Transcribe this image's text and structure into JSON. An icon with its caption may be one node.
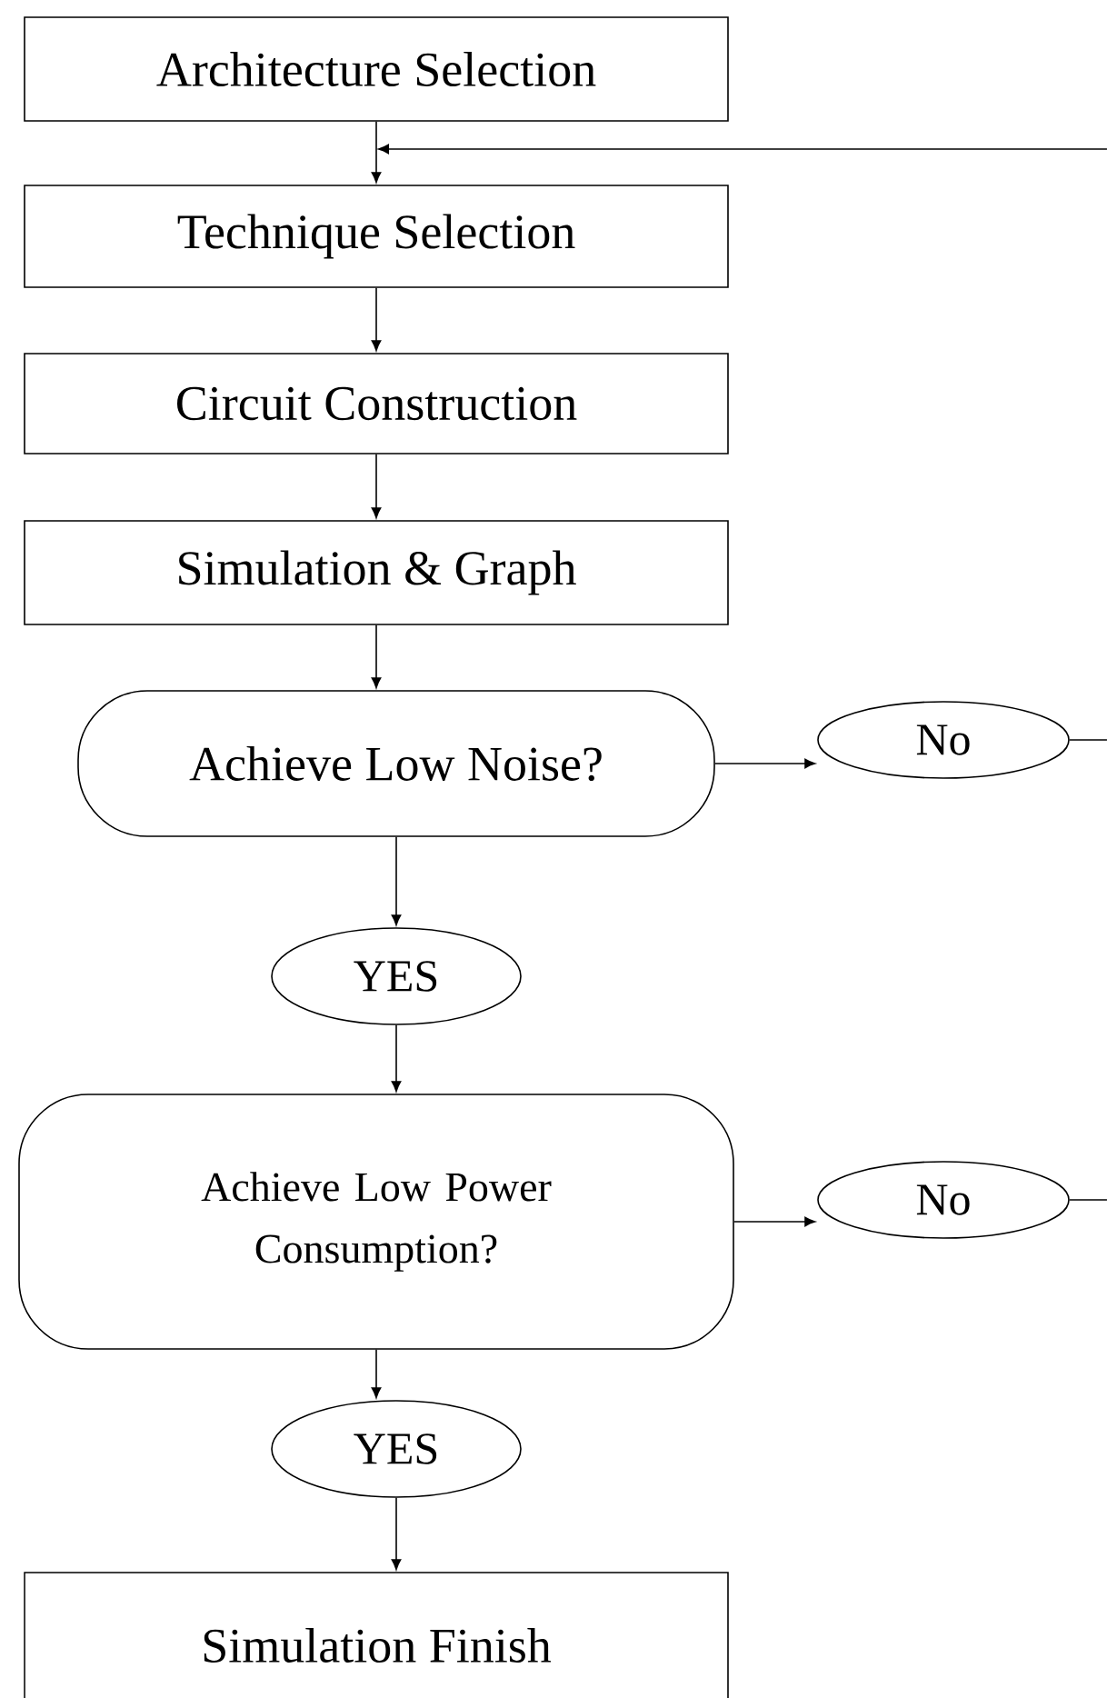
{
  "diagram": {
    "nodes": [
      {
        "text": [
          "Architecture Selection"
        ]
      },
      {
        "text": [
          "Technique Selection"
        ]
      },
      {
        "text": [
          "Circuit Construction"
        ]
      },
      {
        "text": [
          "Simulation & Graph"
        ]
      },
      {
        "text": [
          "Achieve Low Noise?"
        ]
      },
      {
        "text": [
          "No"
        ]
      },
      {
        "text": [
          "YES"
        ]
      },
      {
        "text": [
          "Achieve Low Power Consumption?"
        ]
      },
      {
        "text": [
          "No"
        ]
      },
      {
        "text": [
          "YES"
        ]
      },
      {
        "text": [
          "Simulation Finish"
        ]
      }
    ],
    "edges": [
      {
        "from": 0,
        "to": 1,
        "arrow": "to"
      },
      {
        "from": 1,
        "to": 2,
        "arrow": "to"
      },
      {
        "from": 2,
        "to": 3,
        "arrow": "to"
      },
      {
        "from": 3,
        "to": 4,
        "arrow": "to"
      },
      {
        "from": 4,
        "to": 5,
        "arrow": "to"
      },
      {
        "from": 4,
        "to": 6,
        "arrow": "to"
      },
      {
        "from": 6,
        "to": 7,
        "arrow": "to"
      },
      {
        "from": 7,
        "to": 8,
        "arrow": "to"
      },
      {
        "from": 7,
        "to": 9,
        "arrow": "to"
      },
      {
        "from": 9,
        "to": 10,
        "arrow": "to"
      },
      {
        "from": 5,
        "to": null,
        "arrow": "none"
      },
      {
        "from": 8,
        "to": null,
        "arrow": "none"
      },
      {
        "from": null,
        "to": 1,
        "arrow": "to"
      }
    ]
  }
}
